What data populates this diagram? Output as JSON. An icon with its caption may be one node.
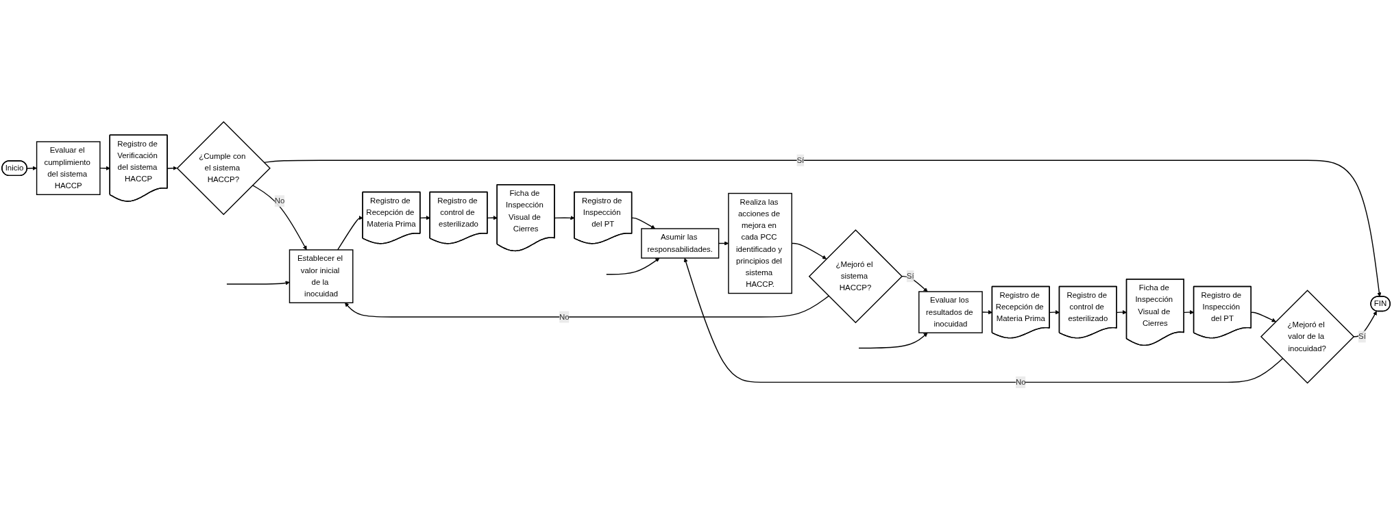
{
  "diagram": {
    "nodes": [
      {
        "text": [
          "Inicio"
        ]
      },
      {
        "text": [
          "Evaluar el cumplimiento del sistema HACCP"
        ]
      },
      {
        "text": [
          "Registro de Verificación del sistema HACCP"
        ]
      },
      {
        "text": [
          "¿Cumple con el sistema HACCP?"
        ]
      },
      {
        "text": [
          "Establecer el valor inicial de la inocuidad"
        ]
      },
      {
        "text": [
          "Registro de Recepción de Materia Prima"
        ]
      },
      {
        "text": [
          "Registro de control de esterilizado"
        ]
      },
      {
        "text": [
          "Ficha de Inspección Visual de Cierres"
        ]
      },
      {
        "text": [
          "Registro de Inspección del PT"
        ]
      },
      {
        "text": [
          "Asumir las responsabilidades."
        ]
      },
      {
        "text": [
          "Realiza las acciones de mejora en cada PCC identificado y principios del sistema HACCP."
        ]
      },
      {
        "text": [
          "¿Mejoró el sistema HACCP?"
        ]
      },
      {
        "text": [
          "Evaluar los resultados de inocuidad"
        ]
      },
      {
        "text": [
          "Registro de Recepción de Materia Prima"
        ]
      },
      {
        "text": [
          "Registro de control de esterilizado"
        ]
      },
      {
        "text": [
          "Ficha de Inspección Visual de Cierres"
        ]
      },
      {
        "text": [
          "Registro de Inspección del PT"
        ]
      },
      {
        "text": [
          "¿Mejoró el valor de la inocuidad?"
        ]
      },
      {
        "text": [
          "FIN"
        ]
      }
    ],
    "edges": [
      {
        "from": 0,
        "to": 1,
        "arrow": "to"
      },
      {
        "from": 1,
        "to": 2,
        "arrow": "to"
      },
      {
        "from": 2,
        "to": 3,
        "arrow": "to"
      },
      {
        "from": 3,
        "to": 4,
        "arrow": "to",
        "label": "No"
      },
      {
        "from": 3,
        "to": 18,
        "arrow": "to",
        "label": "Sí"
      },
      {
        "from": null,
        "to": 4,
        "arrow": "to"
      },
      {
        "from": 4,
        "to": 5,
        "arrow": "to"
      },
      {
        "from": 5,
        "to": 6,
        "arrow": "to"
      },
      {
        "from": 6,
        "to": 7,
        "arrow": "to"
      },
      {
        "from": 7,
        "to": 8,
        "arrow": "to"
      },
      {
        "from": 8,
        "to": 9,
        "arrow": "to"
      },
      {
        "from": null,
        "to": 9,
        "arrow": "to"
      },
      {
        "from": 9,
        "to": 10,
        "arrow": "to"
      },
      {
        "from": 10,
        "to": 11,
        "arrow": "to"
      },
      {
        "from": 11,
        "to": 4,
        "arrow": "to",
        "label": "No"
      },
      {
        "from": 11,
        "to": 12,
        "arrow": "to",
        "label": "Sí"
      },
      {
        "from": null,
        "to": 12,
        "arrow": "to"
      },
      {
        "from": 12,
        "to": 13,
        "arrow": "to"
      },
      {
        "from": 13,
        "to": 14,
        "arrow": "to"
      },
      {
        "from": 14,
        "to": 15,
        "arrow": "to"
      },
      {
        "from": 15,
        "to": 16,
        "arrow": "to"
      },
      {
        "from": 16,
        "to": 17,
        "arrow": "to"
      },
      {
        "from": 17,
        "to": 9,
        "arrow": "to",
        "label": "No"
      },
      {
        "from": 17,
        "to": 18,
        "arrow": "to",
        "label": "Sí"
      }
    ]
  }
}
